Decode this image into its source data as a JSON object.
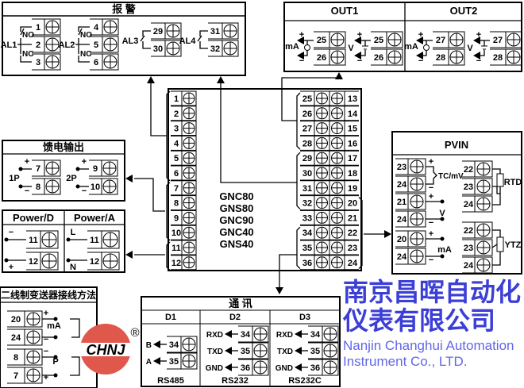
{
  "alarm": {
    "title": "报  警",
    "groups": [
      {
        "name": "AL1",
        "no": "NO",
        "nc": "NC",
        "terminals": [
          "1",
          "2",
          "3"
        ]
      },
      {
        "name": "AL2",
        "no": "NO",
        "nc": "NC",
        "terminals": [
          "4",
          "5",
          "6"
        ]
      },
      {
        "name": "AL3",
        "terminals": [
          "29",
          "30"
        ]
      },
      {
        "name": "AL4",
        "terminals": [
          "31",
          "32"
        ]
      }
    ]
  },
  "outputs": {
    "out1": {
      "title": "OUT1",
      "ma_label": "mA",
      "v_label": "V",
      "terminals": [
        "25",
        "26"
      ]
    },
    "out2": {
      "title": "OUT2",
      "ma_label": "mA",
      "v_label": "V",
      "terminals": [
        "27",
        "28"
      ]
    },
    "plus": "+",
    "minus": "−"
  },
  "feed": {
    "title": "馈电输出",
    "groups": [
      {
        "name": "1P",
        "terminals": [
          "7",
          "8"
        ]
      },
      {
        "name": "2P",
        "terminals": [
          "9",
          "10"
        ]
      }
    ],
    "plus": "+",
    "minus": "−"
  },
  "power": {
    "d": {
      "title": "Power/D",
      "terminals": [
        "11",
        "12"
      ],
      "top_sign": "−",
      "bottom_sign": "+"
    },
    "a": {
      "title": "Power/A",
      "terminals": [
        "11",
        "12"
      ],
      "top_sign": "L",
      "bottom_sign": "N"
    }
  },
  "main_unit": {
    "models": [
      "GNC80",
      "GNS80",
      "GNC90",
      "GNC40",
      "GNS40"
    ],
    "left_terminals": [
      "1",
      "2",
      "3",
      "4",
      "5",
      "6",
      "7",
      "8",
      "9",
      "10",
      "11",
      "12"
    ],
    "right_inner_terminals": [
      "25",
      "26",
      "27",
      "28",
      "29",
      "30",
      "31",
      "32",
      "33",
      "34",
      "35",
      "36"
    ],
    "right_outer_terminals": [
      "13",
      "14",
      "15",
      "16",
      "17",
      "18",
      "19",
      "20",
      "21",
      "22",
      "23",
      "24"
    ]
  },
  "pvin": {
    "title": "PVIN",
    "tc": {
      "label": "TC/mV",
      "terminals": [
        "23",
        "24"
      ]
    },
    "v": {
      "label": "V",
      "terminals": [
        "21",
        "24"
      ]
    },
    "ma": {
      "label": "mA",
      "terminals": [
        "20",
        "24"
      ]
    },
    "rtd": {
      "label": "RTD",
      "terminals": [
        "22",
        "23",
        "24"
      ]
    },
    "ytz": {
      "label": "YTZ",
      "terminals": [
        "22",
        "23",
        "24"
      ]
    },
    "plus": "+",
    "minus": "−"
  },
  "comm": {
    "title": "通  讯",
    "columns": [
      {
        "title": "D1",
        "signals": [
          "B",
          "A"
        ],
        "terminals": [
          "34",
          "35"
        ],
        "standard": "RS485"
      },
      {
        "title": "D2",
        "signals": [
          "RXD",
          "TXD",
          "GND"
        ],
        "terminals": [
          "34",
          "35",
          "36"
        ],
        "standard": "RS232"
      },
      {
        "title": "D3",
        "signals": [
          "RXD",
          "TXD",
          "GND"
        ],
        "terminals": [
          "34",
          "35",
          "36"
        ],
        "standard": "RS232C"
      }
    ]
  },
  "two_wire": {
    "title": "二线制变送器接线方法",
    "terminals": [
      "20",
      "24",
      "8",
      "7"
    ],
    "ma_label": "mA",
    "p_label": "P",
    "plus": "+",
    "minus": "−"
  },
  "logo": {
    "mark": "CHNJ",
    "registered": "®",
    "company_cn": "南京昌晖自动化仪表有限公司",
    "company_en": "Nanjin Changhui Automation Instrument Co., LTD.",
    "red": "#e0574c",
    "blue": "#3b3fd6"
  }
}
